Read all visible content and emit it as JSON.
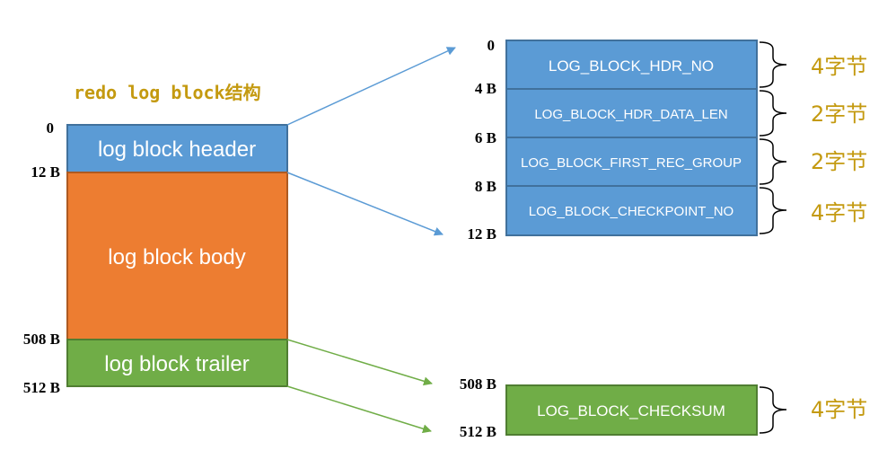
{
  "title": "redo log block结构",
  "colors": {
    "header": "#5b9bd5",
    "body": "#ed7d31",
    "trailer": "#70ad47",
    "header_border": "#41719c",
    "body_border": "#ae5a21",
    "trailer_border": "#507e32",
    "title_text": "#c49a10",
    "bytes_text": "#c49a10",
    "arrow_blue": "#5b9bd5",
    "arrow_green": "#70ad47"
  },
  "block": {
    "header_label": "log block header",
    "body_label": "log block body",
    "trailer_label": "log block trailer",
    "offsets": [
      "0",
      "12 B",
      "508 B",
      "512 B"
    ]
  },
  "header_fields": {
    "offsets": [
      "0",
      "4 B",
      "6 B",
      "8 B",
      "12 B"
    ],
    "fields": [
      {
        "name": "LOG_BLOCK_HDR_NO",
        "bytes": "4字节"
      },
      {
        "name": "LOG_BLOCK_HDR_DATA_LEN",
        "bytes": "2字节"
      },
      {
        "name": "LOG_BLOCK_FIRST_REC_GROUP",
        "bytes": "2字节"
      },
      {
        "name": "LOG_BLOCK_CHECKPOINT_NO",
        "bytes": "4字节"
      }
    ]
  },
  "trailer_fields": {
    "offsets": [
      "508 B",
      "512 B"
    ],
    "fields": [
      {
        "name": "LOG_BLOCK_CHECKSUM",
        "bytes": "4字节"
      }
    ]
  }
}
